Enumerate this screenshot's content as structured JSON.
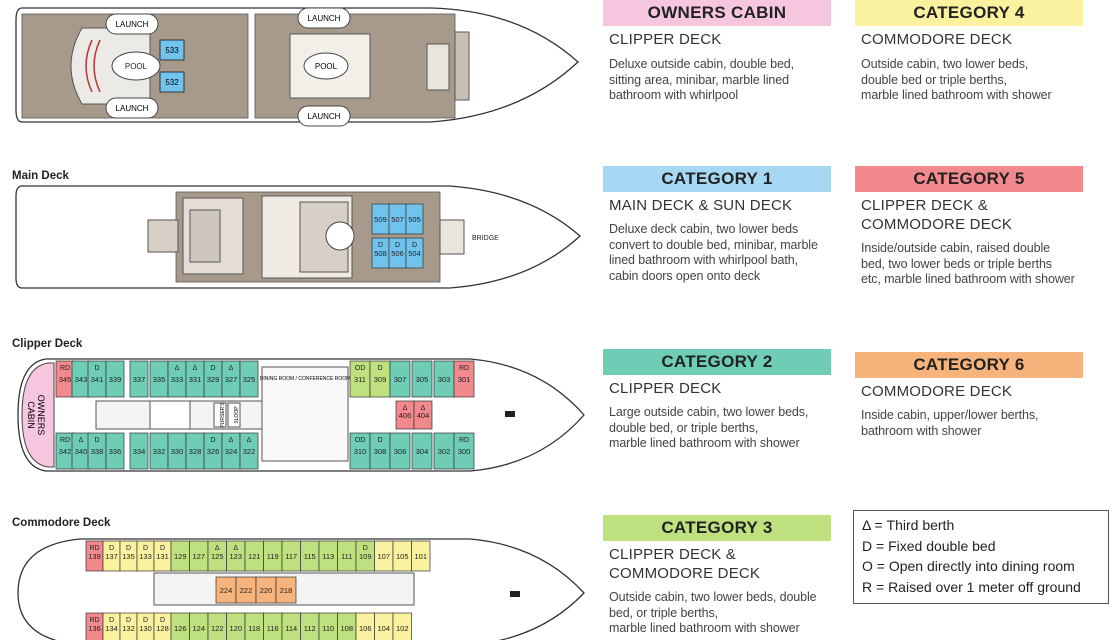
{
  "decks": {
    "main_label": "Main Deck",
    "clipper_label": "Clipper Deck",
    "commodore_label": "Commodore Deck"
  },
  "sun_deck": {
    "launch": "LAUNCH",
    "pool": "POOL",
    "cabins": [
      "533",
      "532"
    ]
  },
  "main_deck": {
    "bridge": "BRIDGE",
    "cabins_top": [
      "509",
      "507",
      "505"
    ],
    "cabins_bottom": [
      "508",
      "506",
      "504"
    ],
    "d": "D"
  },
  "clipper_deck": {
    "owners_cabin": [
      "OWNERS",
      "CABIN"
    ],
    "dining": "DINING ROOM / CONFERENCE ROOM",
    "purser": [
      "PURSER'S",
      "OFFICE"
    ],
    "shop": [
      "SLOOP",
      "SHOP"
    ],
    "top": [
      "345",
      "343",
      "341",
      "339",
      "337",
      "335",
      "333",
      "331",
      "329",
      "327",
      "325",
      "311",
      "309",
      "307",
      "305",
      "303",
      "301"
    ],
    "top_marks": [
      "RD",
      "",
      "D",
      "",
      "",
      "",
      "Δ",
      "Δ",
      "D",
      "Δ",
      "",
      "OD",
      "D",
      "",
      "",
      "",
      "RD"
    ],
    "bottom": [
      "342",
      "340",
      "338",
      "336",
      "334",
      "332",
      "330",
      "328",
      "326",
      "324",
      "322",
      "310",
      "308",
      "306",
      "304",
      "302",
      "300"
    ],
    "bottom_marks": [
      "RD",
      "Δ",
      "D",
      "",
      "",
      "",
      "",
      "",
      "D",
      "Δ",
      "Δ",
      "OD",
      "D",
      "",
      "",
      "",
      "RD"
    ],
    "inner": [
      "406",
      "404"
    ],
    "inner_marks": [
      "Δ",
      "Δ"
    ]
  },
  "commodore_deck": {
    "top": [
      "139",
      "137",
      "135",
      "133",
      "131",
      "129",
      "127",
      "125",
      "123",
      "121",
      "119",
      "117",
      "115",
      "113",
      "111",
      "109",
      "107",
      "105",
      "101"
    ],
    "top_marks": [
      "RD",
      "D",
      "D",
      "D",
      "D",
      "",
      "",
      "Δ",
      "Δ",
      "",
      "",
      "",
      "",
      "",
      "",
      "D",
      "",
      "",
      ""
    ],
    "bottom": [
      "136",
      "134",
      "132",
      "130",
      "128",
      "126",
      "124",
      "122",
      "120",
      "118",
      "116",
      "114",
      "112",
      "110",
      "108",
      "106",
      "104",
      "102"
    ],
    "bottom_marks": [
      "RD",
      "D",
      "D",
      "D",
      "D",
      "",
      "",
      "",
      "",
      "",
      "",
      "",
      "",
      "",
      "",
      "",
      "",
      ""
    ],
    "inner": [
      "224",
      "222",
      "220",
      "218"
    ]
  },
  "categories": [
    {
      "id": "owners",
      "name": "OWNERS CABIN",
      "deck": "CLIPPER DECK",
      "desc": "Deluxe outside cabin, double bed,\nsitting area, minibar, marble lined\nbathroom with whirlpool",
      "color": "#f6c6df"
    },
    {
      "id": "cat4",
      "name": "CATEGORY 4",
      "deck": "COMMODORE DECK",
      "desc": "Outside cabin, two lower beds,\ndouble bed or triple berths,\nmarble lined bathroom with shower",
      "color": "#fbf29f"
    },
    {
      "id": "cat1",
      "name": "CATEGORY 1",
      "deck": "MAIN DECK & SUN DECK",
      "desc": "Deluxe deck cabin, two lower beds\nconvert to double bed, minibar, marble\nlined bathroom with whirlpool bath,\ncabin doors open onto deck",
      "color": "#a6d8f3"
    },
    {
      "id": "cat5",
      "name": "CATEGORY 5",
      "deck": "CLIPPER DECK &\nCOMMODORE DECK",
      "desc": "Inside/outside cabin,  raised double\nbed, two lower beds or triple berths\netc, marble lined bathroom with shower",
      "color": "#f2898d"
    },
    {
      "id": "cat2",
      "name": "CATEGORY 2",
      "deck": "CLIPPER DECK",
      "desc": "Large outside cabin, two lower beds,\ndouble bed, or triple berths,\nmarble lined bathroom with shower",
      "color": "#6fcdb5"
    },
    {
      "id": "cat6",
      "name": "CATEGORY 6",
      "deck": "COMMODORE DECK",
      "desc": "Inside cabin, upper/lower berths,\nbathroom with shower",
      "color": "#f7b37c"
    },
    {
      "id": "cat3",
      "name": "CATEGORY 3",
      "deck": "CLIPPER DECK &\nCOMMODORE DECK",
      "desc": "Outside cabin, two lower beds, double\nbed, or triple berths,\nmarble lined bathroom with shower",
      "color": "#bfe07f"
    }
  ],
  "legend": [
    "Δ = Third berth",
    "D = Fixed double bed",
    "O = Open directly into dining room",
    "R = Raised over 1 meter off ground"
  ],
  "colors": {
    "cat1": "#a6d8f3",
    "cat2": "#6fcdb5",
    "cat3": "#bfe07f",
    "cat4": "#fbf29f",
    "cat5": "#f2898d",
    "cat6": "#f7b37c",
    "owners": "#f6c6df",
    "wood": "#a89a8a",
    "hull": "#ffffff"
  }
}
